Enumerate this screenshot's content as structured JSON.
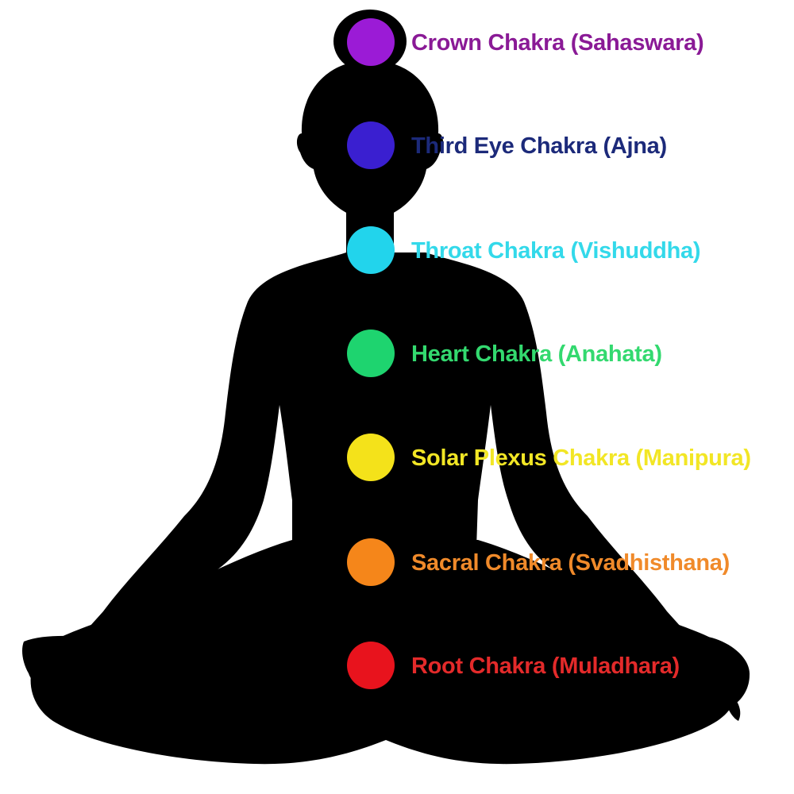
{
  "colors": {
    "background": "#ffffff",
    "silhouette": "#000000"
  },
  "chakras": [
    {
      "label": "Crown Chakra  (Sahaswara)",
      "color": "#9b1bd6"
    },
    {
      "label": "Third Eye Chakra (Ajna)",
      "color": "#3a1fd0"
    },
    {
      "label": "Throat Chakra (Vishuddha)",
      "color": "#22d4ec"
    },
    {
      "label": "Heart Chakra (Anahata)",
      "color": "#1ed46f"
    },
    {
      "label": "Solar Plexus Chakra (Manipura)",
      "color": "#f4e21a"
    },
    {
      "label": "Sacral Chakra (Svadhisthana)",
      "color": "#f5861a"
    },
    {
      "label": "Root Chakra (Muladhara)",
      "color": "#e8131d"
    }
  ],
  "label_colors": [
    "#8a1a96",
    "#1c2a7a",
    "#33d9ea",
    "#33d96f",
    "#f2e625",
    "#f08a2a",
    "#e32a2a"
  ]
}
